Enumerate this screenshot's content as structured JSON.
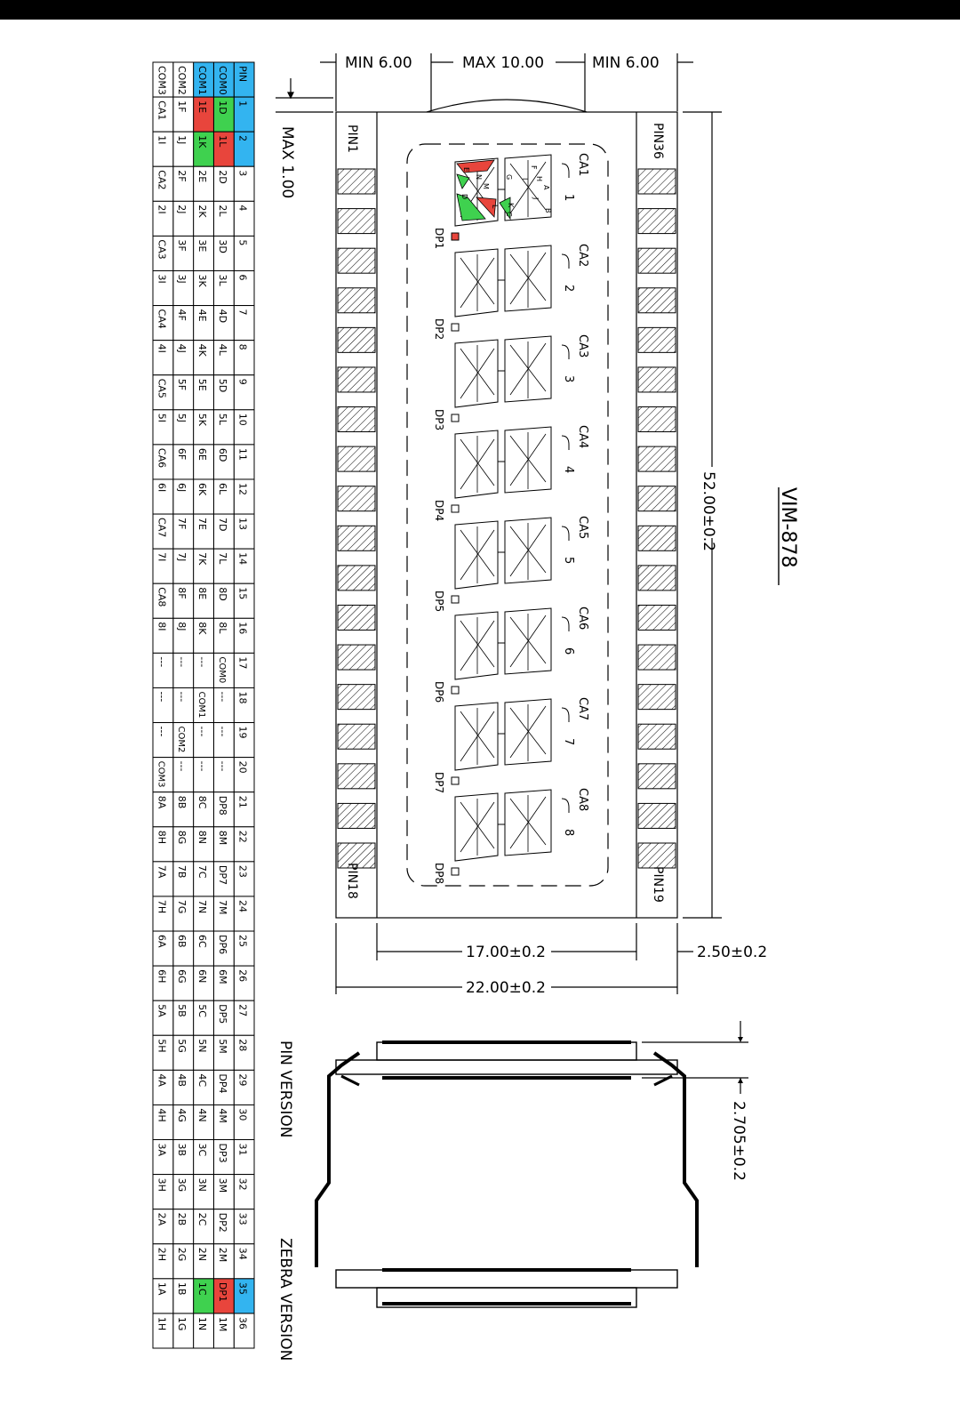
{
  "title": "VIM-878",
  "colors": {
    "pin_header": "#33b4f0",
    "com0": "#33b4f0",
    "com1": "#33b4f0",
    "highlight_green": "#3fd14f",
    "highlight_red": "#e8453c",
    "line": "#000000"
  },
  "pin_table": {
    "row_labels": [
      "PIN",
      "COM0",
      "COM1",
      "COM2",
      "COM3"
    ],
    "columns": [
      [
        "1",
        "1D",
        "1E",
        "1F",
        "CA1"
      ],
      [
        "2",
        "1L",
        "1K",
        "1J",
        "1I"
      ],
      [
        "3",
        "2D",
        "2E",
        "2F",
        "CA2"
      ],
      [
        "4",
        "2L",
        "2K",
        "2J",
        "2I"
      ],
      [
        "5",
        "3D",
        "3E",
        "3F",
        "CA3"
      ],
      [
        "6",
        "3L",
        "3K",
        "3J",
        "3I"
      ],
      [
        "7",
        "4D",
        "4E",
        "4F",
        "CA4"
      ],
      [
        "8",
        "4L",
        "4K",
        "4J",
        "4I"
      ],
      [
        "9",
        "5D",
        "5E",
        "5F",
        "CA5"
      ],
      [
        "10",
        "5L",
        "5K",
        "5J",
        "5I"
      ],
      [
        "11",
        "6D",
        "6E",
        "6F",
        "CA6"
      ],
      [
        "12",
        "6L",
        "6K",
        "6J",
        "6I"
      ],
      [
        "13",
        "7D",
        "7E",
        "7F",
        "CA7"
      ],
      [
        "14",
        "7L",
        "7K",
        "7J",
        "7I"
      ],
      [
        "15",
        "8D",
        "8E",
        "8F",
        "CA8"
      ],
      [
        "16",
        "8L",
        "8K",
        "8J",
        "8I"
      ],
      [
        "17",
        "COM0",
        "---",
        "---",
        "---"
      ],
      [
        "18",
        "---",
        "COM1",
        "---",
        "---"
      ],
      [
        "19",
        "---",
        "---",
        "COM2",
        "---"
      ],
      [
        "20",
        "---",
        "---",
        "---",
        "COM3"
      ],
      [
        "21",
        "DP8",
        "8C",
        "8B",
        "8A"
      ],
      [
        "22",
        "8M",
        "8N",
        "8G",
        "8H"
      ],
      [
        "23",
        "DP7",
        "7C",
        "7B",
        "7A"
      ],
      [
        "24",
        "7M",
        "7N",
        "7G",
        "7H"
      ],
      [
        "25",
        "DP6",
        "6C",
        "6B",
        "6A"
      ],
      [
        "26",
        "6M",
        "6N",
        "6G",
        "6H"
      ],
      [
        "27",
        "DP5",
        "5C",
        "5B",
        "5A"
      ],
      [
        "28",
        "5M",
        "5N",
        "5G",
        "5H"
      ],
      [
        "29",
        "DP4",
        "4C",
        "4B",
        "4A"
      ],
      [
        "30",
        "4M",
        "4N",
        "4G",
        "4H"
      ],
      [
        "31",
        "DP3",
        "3C",
        "3B",
        "3A"
      ],
      [
        "32",
        "3M",
        "3N",
        "3G",
        "3H"
      ],
      [
        "33",
        "DP2",
        "2C",
        "2B",
        "2A"
      ],
      [
        "34",
        "2M",
        "2N",
        "2G",
        "2H"
      ],
      [
        "35",
        "DP1",
        "1C",
        "1B",
        "1A"
      ],
      [
        "36",
        "1M",
        "1N",
        "1G",
        "1H"
      ]
    ],
    "green_cells": [
      "1-2",
      "2-2",
      "35-2"
    ],
    "red_cells": [
      "1-1",
      "1-2",
      "35-1"
    ]
  },
  "dimensions": {
    "min_left": "MIN 6.00",
    "max_center": "MAX 10.00",
    "min_right": "MIN 6.00",
    "max_thickness": "MAX 1.00",
    "length": "52.00±0.2",
    "width_inner": "17.00±0.2",
    "width_outer": "22.00±0.2",
    "pin_offset": "2.50±0.2",
    "height": "2.705±0.2"
  },
  "pin_labels": {
    "pin1": "PIN1",
    "pin18": "PIN18",
    "pin36": "PIN36",
    "pin19": "PIN19"
  },
  "digits": [
    {
      "ca": "CA1",
      "num": "1",
      "dp": "DP1"
    },
    {
      "ca": "CA2",
      "num": "2",
      "dp": "DP2"
    },
    {
      "ca": "CA3",
      "num": "3",
      "dp": "DP3"
    },
    {
      "ca": "CA4",
      "num": "4",
      "dp": "DP4"
    },
    {
      "ca": "CA5",
      "num": "5",
      "dp": "DP5"
    },
    {
      "ca": "CA6",
      "num": "6",
      "dp": "DP6"
    },
    {
      "ca": "CA7",
      "num": "7",
      "dp": "DP7"
    },
    {
      "ca": "CA8",
      "num": "8",
      "dp": "DP8"
    }
  ],
  "segment_letters": [
    "A",
    "B",
    "C",
    "D",
    "E",
    "F",
    "G",
    "H",
    "I",
    "J",
    "K",
    "L",
    "M",
    "N"
  ],
  "side_views": {
    "pin_version": "PIN VERSION",
    "zebra_version": "ZEBRA VERSION"
  }
}
